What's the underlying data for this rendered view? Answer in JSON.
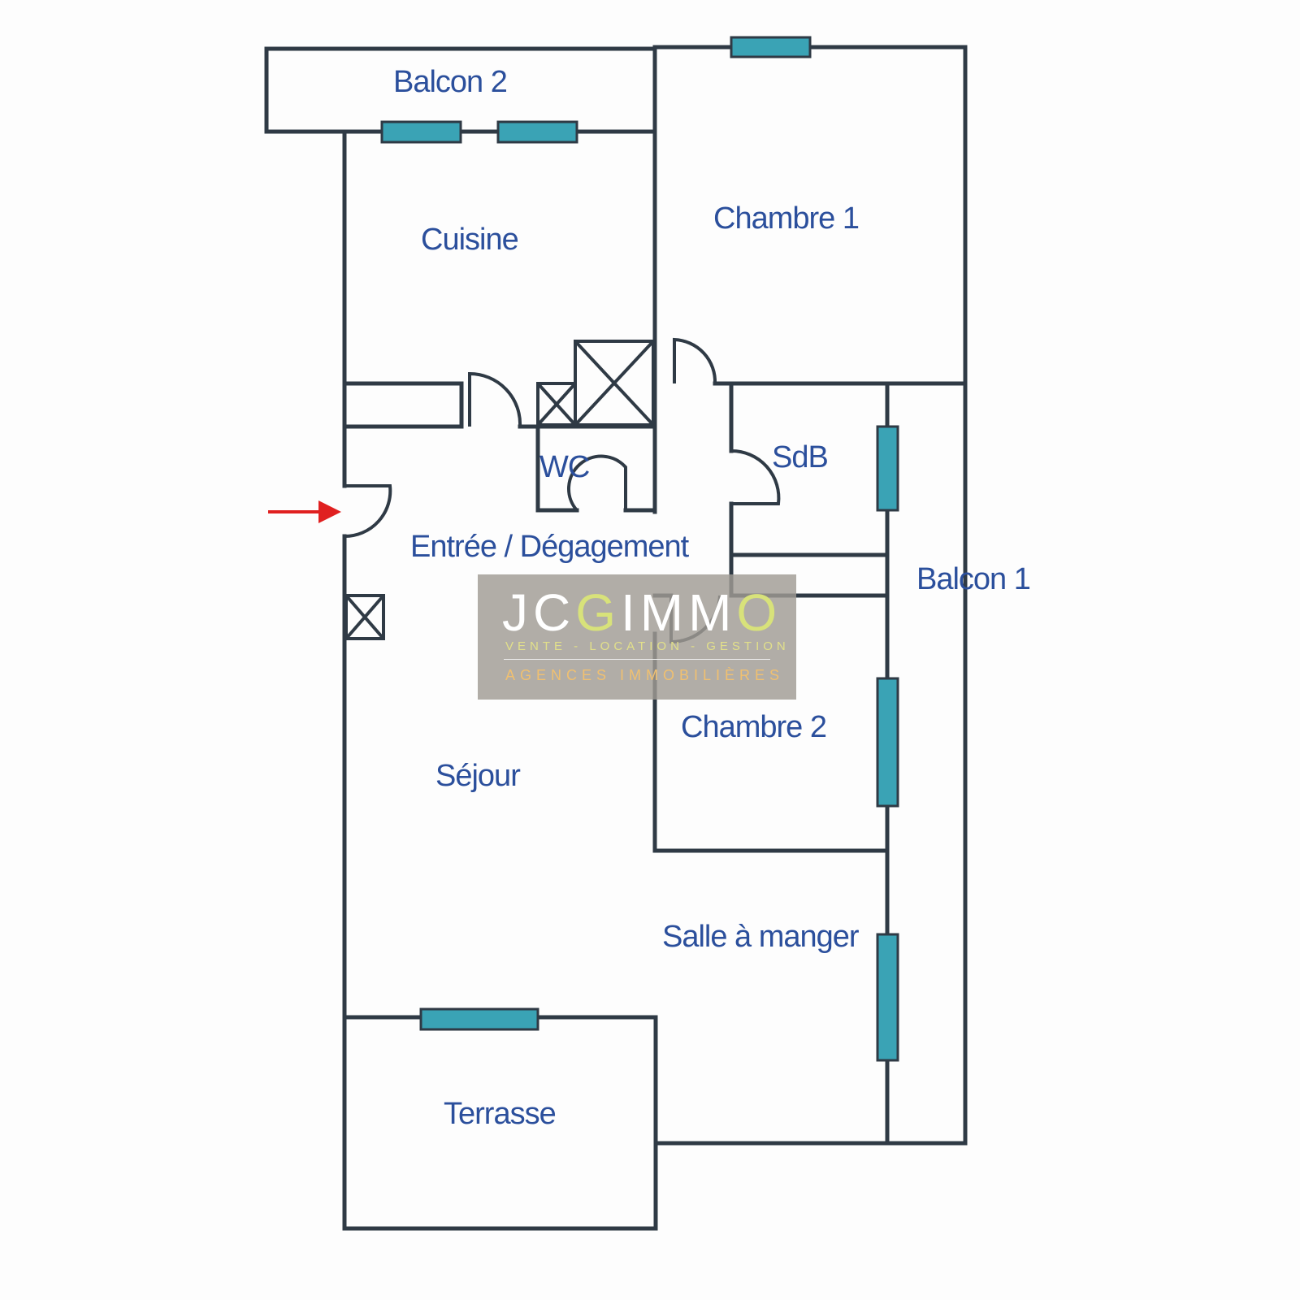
{
  "rooms": {
    "balcon2": "Balcon 2",
    "cuisine": "Cuisine",
    "chambre1": "Chambre 1",
    "wc": "WC",
    "sdb": "SdB",
    "entree": "Entrée / Dégagement",
    "balcon1": "Balcon 1",
    "chambre2": "Chambre 2",
    "sejour": "Séjour",
    "salle_a_manger": "Salle à manger",
    "terrasse": "Terrasse"
  },
  "watermark": {
    "brand_a": "JC",
    "brand_b": "G",
    "brand_c": "IMM",
    "brand_d": "O",
    "tagline": "VENTE - LOCATION - GESTION",
    "subtitle": "AGENCES IMMOBILIÈRES"
  },
  "colors": {
    "wall": "#2f3a45",
    "window": "#3aa3b5",
    "label": "#2b4f9c",
    "arrow": "#e02020"
  }
}
